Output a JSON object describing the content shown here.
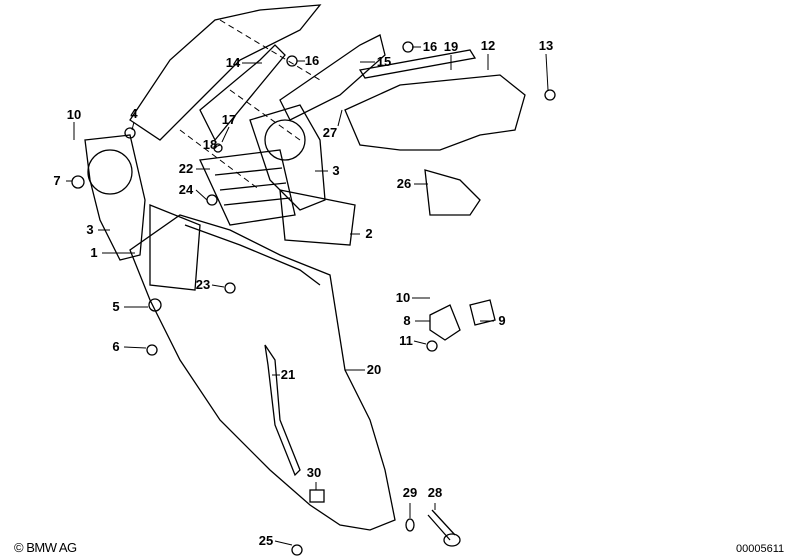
{
  "diagram": {
    "part_labels": [
      "16",
      "19",
      "12",
      "13",
      "14",
      "16",
      "15",
      "10",
      "4",
      "17",
      "18",
      "27",
      "22",
      "3",
      "26",
      "7",
      "24",
      "3",
      "2",
      "1",
      "23",
      "10",
      "5",
      "8",
      "9",
      "6",
      "11",
      "21",
      "20",
      "30",
      "29",
      "28",
      "25"
    ]
  },
  "footer": {
    "copyright": "© BMW AG",
    "document_number": "00005611"
  }
}
